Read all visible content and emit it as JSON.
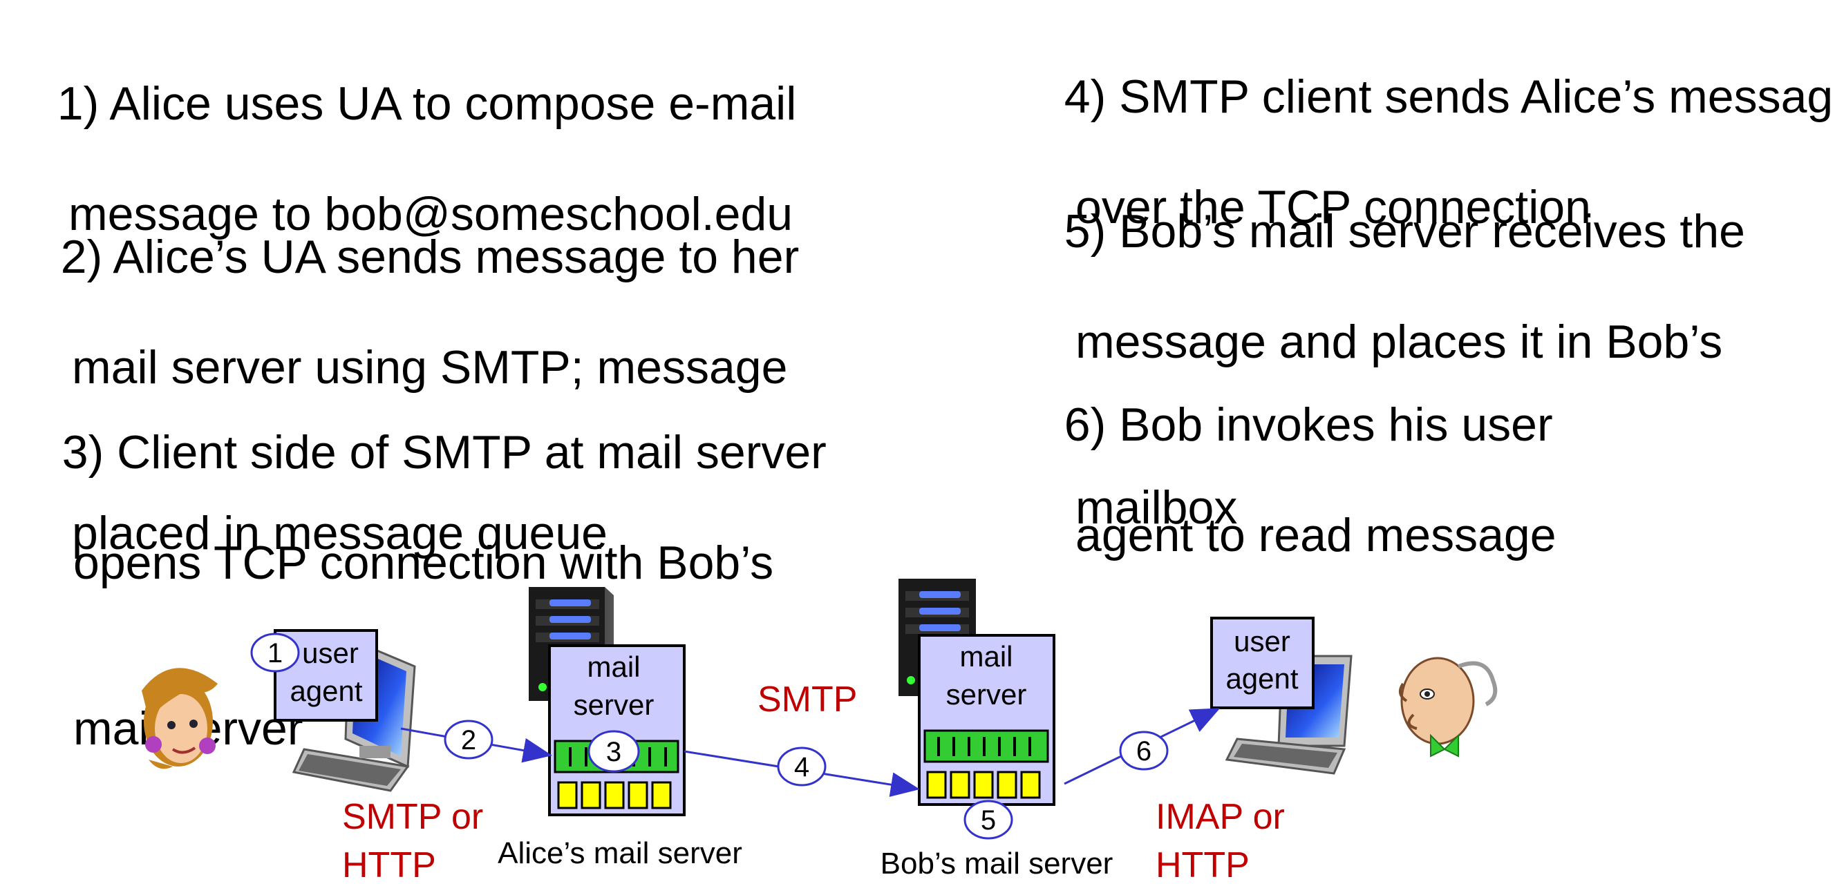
{
  "steps": [
    {
      "num": "1)",
      "lines": [
        "Alice uses UA to compose e-mail",
        "message to bob@someschool.edu"
      ]
    },
    {
      "num": "2)",
      "lines": [
        "Alice’s UA sends message to her",
        "mail server using SMTP; message",
        "placed in message queue"
      ]
    },
    {
      "num": "3)",
      "lines": [
        "Client side of SMTP at mail server",
        "opens TCP connection with Bob’s",
        "mail server"
      ]
    },
    {
      "num": "4)",
      "lines": [
        "SMTP client sends Alice’s message",
        "over the TCP connection"
      ]
    },
    {
      "num": "5)",
      "lines": [
        "Bob’s mail server receives the",
        "message and places it in Bob’s",
        "mailbox"
      ]
    },
    {
      "num": "6)",
      "lines": [
        "Bob invokes his user",
        "agent to read message"
      ]
    }
  ],
  "diagram": {
    "alice_ua": {
      "line1": "user",
      "line2": "agent"
    },
    "alice_server": {
      "line1": "mail",
      "line2": "server",
      "caption": "Alice’s mail server"
    },
    "bob_server": {
      "line1": "mail",
      "line2": "server",
      "caption": "Bob’s mail server"
    },
    "bob_ua": {
      "line1": "user",
      "line2": "agent"
    },
    "protocol_left": {
      "line1": "SMTP or",
      "line2": "HTTP"
    },
    "protocol_middle": "SMTP",
    "protocol_right": {
      "line1": "IMAP or",
      "line2": "HTTP"
    },
    "markers": [
      "1",
      "2",
      "3",
      "4",
      "5",
      "6"
    ],
    "colors": {
      "box_fill": "#ccccff",
      "queue_green": "#33cc33",
      "queue_yellow": "#ffff00",
      "arrow": "#3333cc",
      "protocol_red": "#c00000"
    }
  }
}
